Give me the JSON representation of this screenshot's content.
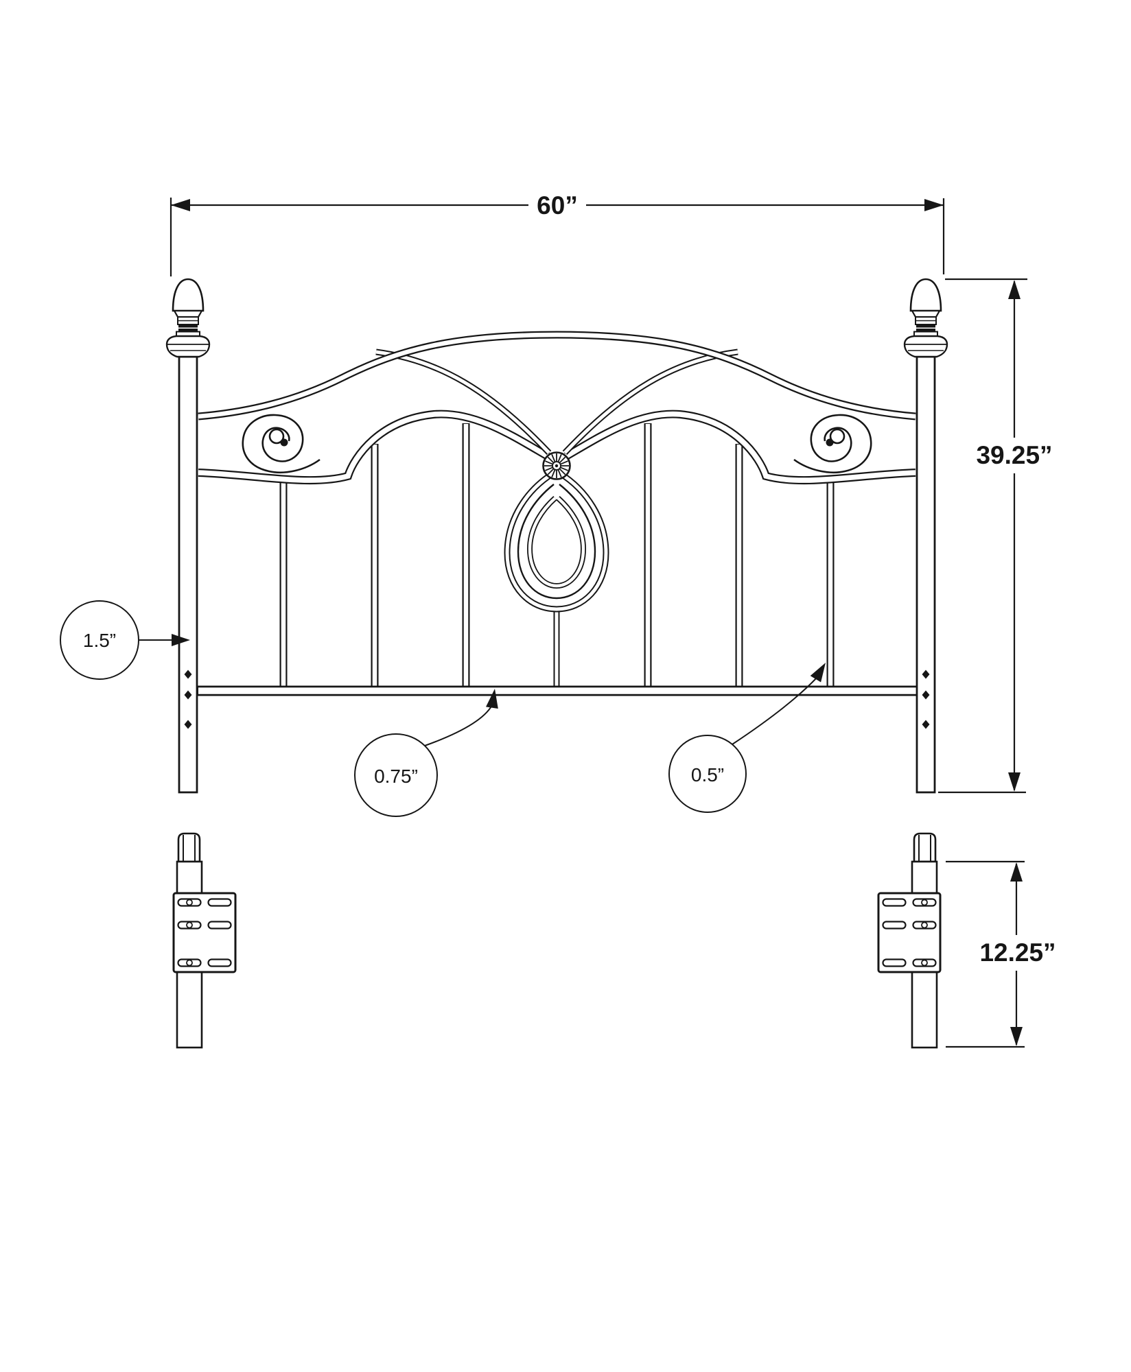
{
  "diagram": {
    "type": "product-dimension-drawing",
    "subject": "metal headboard with decorative scrollwork, front view with two mounting legs",
    "dimensions": {
      "overall_width": {
        "label": "60”"
      },
      "overall_height": {
        "label": "39.25”"
      },
      "leg_height": {
        "label": "12.25”"
      },
      "post_thickness": {
        "label": "1.5”"
      },
      "bottom_rail_diameter": {
        "label": "0.75”"
      },
      "spindle_diameter": {
        "label": "0.5”"
      }
    },
    "colors": {
      "line": "#161616",
      "background": "#ffffff"
    }
  }
}
